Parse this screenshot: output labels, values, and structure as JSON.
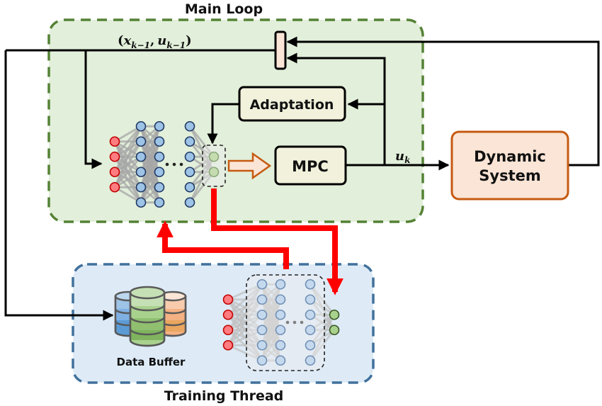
{
  "diagram": {
    "main_loop": {
      "title": "Main Loop",
      "fill": "#e2efda",
      "border": "#548235"
    },
    "training_thread": {
      "title": "Training Thread",
      "fill": "#deebf7",
      "border": "#41719c"
    },
    "blocks": {
      "adaptation": {
        "label": "Adaptation"
      },
      "mpc": {
        "label": "MPC"
      },
      "dynamic_system": {
        "label_line1": "Dynamic",
        "label_line2": "System",
        "fill": "#fbe5d6",
        "border": "#c55a11"
      }
    },
    "signals": {
      "previous_state_input": {
        "open": "(",
        "x": "x",
        "x_sub": "k−1",
        "comma": ",",
        "u": "u",
        "u_sub": "k−1",
        "close": ")"
      },
      "control_output": {
        "u": "u",
        "sub": "k"
      }
    },
    "data_buffer": {
      "label": "Data Buffer"
    },
    "neural_network": {
      "input_nodes": 4,
      "hidden_layers_shown": 3,
      "hidden_nodes_per_layer": 6,
      "output_nodes": 2,
      "ellipsis": "...",
      "colors": {
        "input": "#ff7c80",
        "hidden": "#9dc3e6",
        "output": "#a9d18e"
      }
    },
    "colors": {
      "red_arrow": "#ff0000",
      "block_fill": "#f2f2dc",
      "delay_fill": "#fbe5d6"
    }
  }
}
